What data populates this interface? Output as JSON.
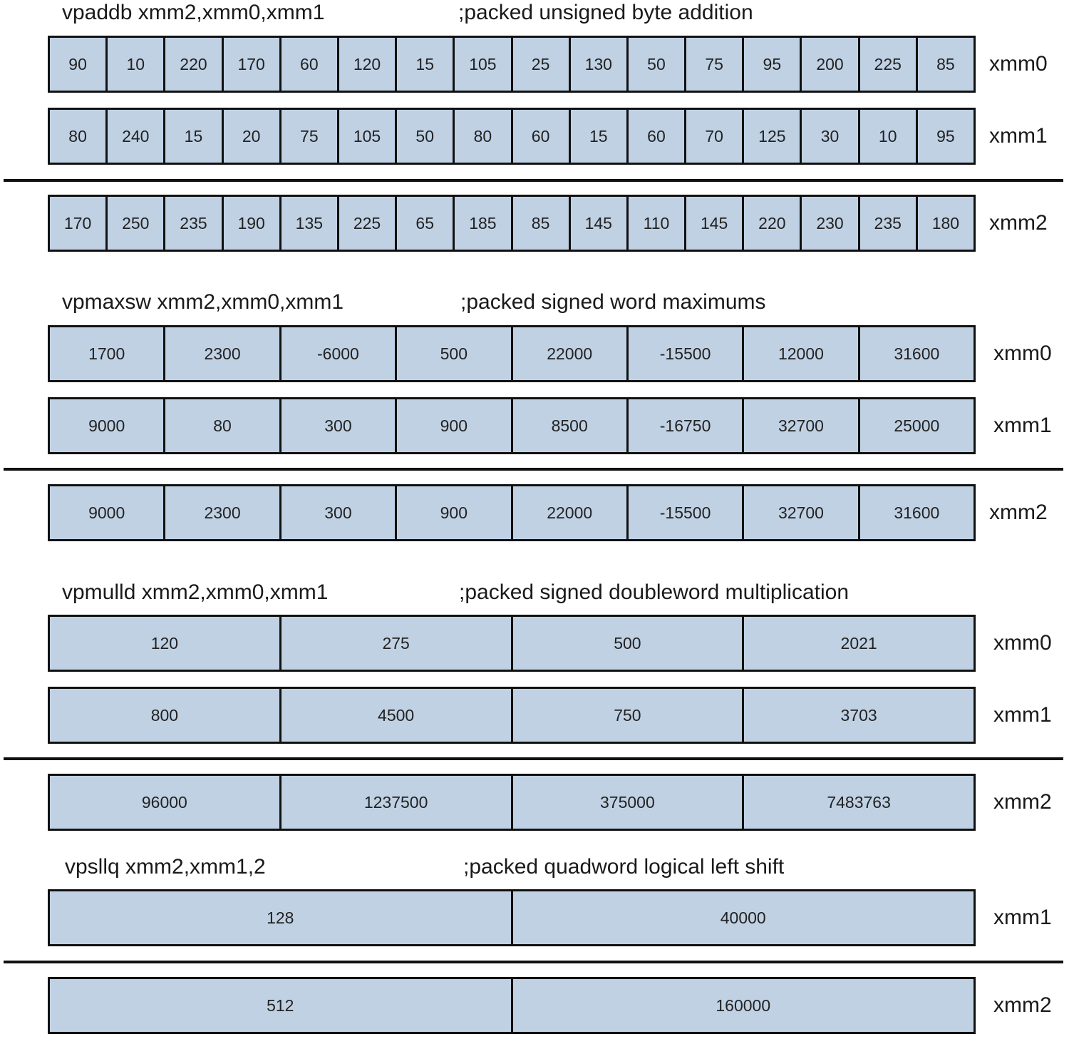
{
  "sections": [
    {
      "instruction": "vpaddb xmm2,xmm0,xmm1",
      "comment": ";packed unsigned byte addition",
      "operands": [
        {
          "label": "xmm0",
          "values": [
            "90",
            "10",
            "220",
            "170",
            "60",
            "120",
            "15",
            "105",
            "25",
            "130",
            "50",
            "75",
            "95",
            "200",
            "225",
            "85"
          ]
        },
        {
          "label": "xmm1",
          "values": [
            "80",
            "240",
            "15",
            "20",
            "75",
            "105",
            "50",
            "80",
            "60",
            "15",
            "60",
            "70",
            "125",
            "30",
            "10",
            "95"
          ]
        }
      ],
      "result": {
        "label": "xmm2",
        "values": [
          "170",
          "250",
          "235",
          "190",
          "135",
          "225",
          "65",
          "185",
          "85",
          "145",
          "110",
          "145",
          "220",
          "230",
          "235",
          "180"
        ]
      }
    },
    {
      "instruction": "vpmaxsw xmm2,xmm0,xmm1",
      "comment": ";packed signed word maximums",
      "operands": [
        {
          "label": "xmm0",
          "values": [
            "1700",
            "2300",
            "-6000",
            "500",
            "22000",
            "-15500",
            "12000",
            "31600"
          ]
        },
        {
          "label": "xmm1",
          "values": [
            "9000",
            "80",
            "300",
            "900",
            "8500",
            "-16750",
            "32700",
            "25000"
          ]
        }
      ],
      "result": {
        "label": "xmm2",
        "values": [
          "9000",
          "2300",
          "300",
          "900",
          "22000",
          "-15500",
          "32700",
          "31600"
        ]
      }
    },
    {
      "instruction": "vpmulld xmm2,xmm0,xmm1",
      "comment": ";packed signed doubleword multiplication",
      "operands": [
        {
          "label": "xmm0",
          "values": [
            "120",
            "275",
            "500",
            "2021"
          ]
        },
        {
          "label": "xmm1",
          "values": [
            "800",
            "4500",
            "750",
            "3703"
          ]
        }
      ],
      "result": {
        "label": "xmm2",
        "values": [
          "96000",
          "1237500",
          "375000",
          "7483763"
        ]
      }
    },
    {
      "instruction": "vpsllq xmm2,xmm1,2",
      "comment": ";packed quadword logical left shift",
      "operands": [
        {
          "label": "xmm1",
          "values": [
            "128",
            "40000"
          ]
        }
      ],
      "result": {
        "label": "xmm2",
        "values": [
          "512",
          "160000"
        ]
      }
    }
  ],
  "colors": {
    "cell_fill": "#c0d1e4",
    "border": "#111111"
  }
}
